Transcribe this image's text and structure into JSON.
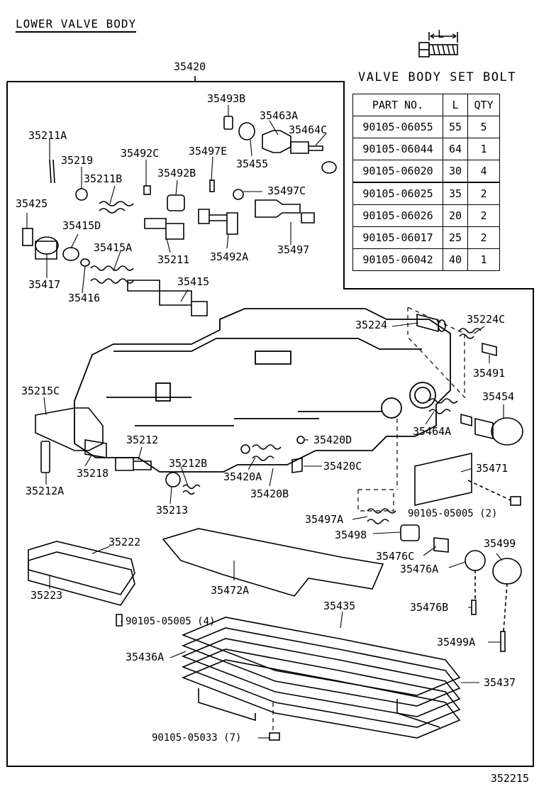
{
  "title": "LOWER VALVE BODY",
  "assembly_number": "35420",
  "bolt_section": {
    "title": "VALVE BODY SET BOLT",
    "dimension_label": "L",
    "headers": [
      "PART NO.",
      "L",
      "QTY"
    ],
    "rows": [
      [
        "90105-06055",
        "55",
        "5"
      ],
      [
        "90105-06044",
        "64",
        "1"
      ],
      [
        "90105-06020",
        "30",
        "4"
      ],
      [
        "90105-06025",
        "35",
        "2"
      ],
      [
        "90105-06026",
        "20",
        "2"
      ],
      [
        "90105-06017",
        "25",
        "2"
      ],
      [
        "90105-06042",
        "40",
        "1"
      ]
    ]
  },
  "callouts": [
    "35493B",
    "35463A",
    "35464C",
    "35211A",
    "35219",
    "35492C",
    "35497E",
    "35455",
    "35211B",
    "35492B",
    "35497C",
    "35425",
    "35415D",
    "35415A",
    "35211",
    "35492A",
    "35497",
    "35417",
    "35416",
    "35415",
    "35224",
    "35224C",
    "35491",
    "35454",
    "35215C",
    "35464A",
    "35212",
    "35420D",
    "35471",
    "35212B",
    "35218",
    "35420A",
    "35420C",
    "35420B",
    "35212A",
    "35213",
    "90105-05005 (2)",
    "35497A",
    "35498",
    "35499",
    "35222",
    "35476C",
    "35476A",
    "35472A",
    "35223",
    "35476B",
    "35435",
    "90105-05005 (4)",
    "35499A",
    "35436A",
    "35437",
    "90105-05033 (7)"
  ],
  "page_code": "352215"
}
